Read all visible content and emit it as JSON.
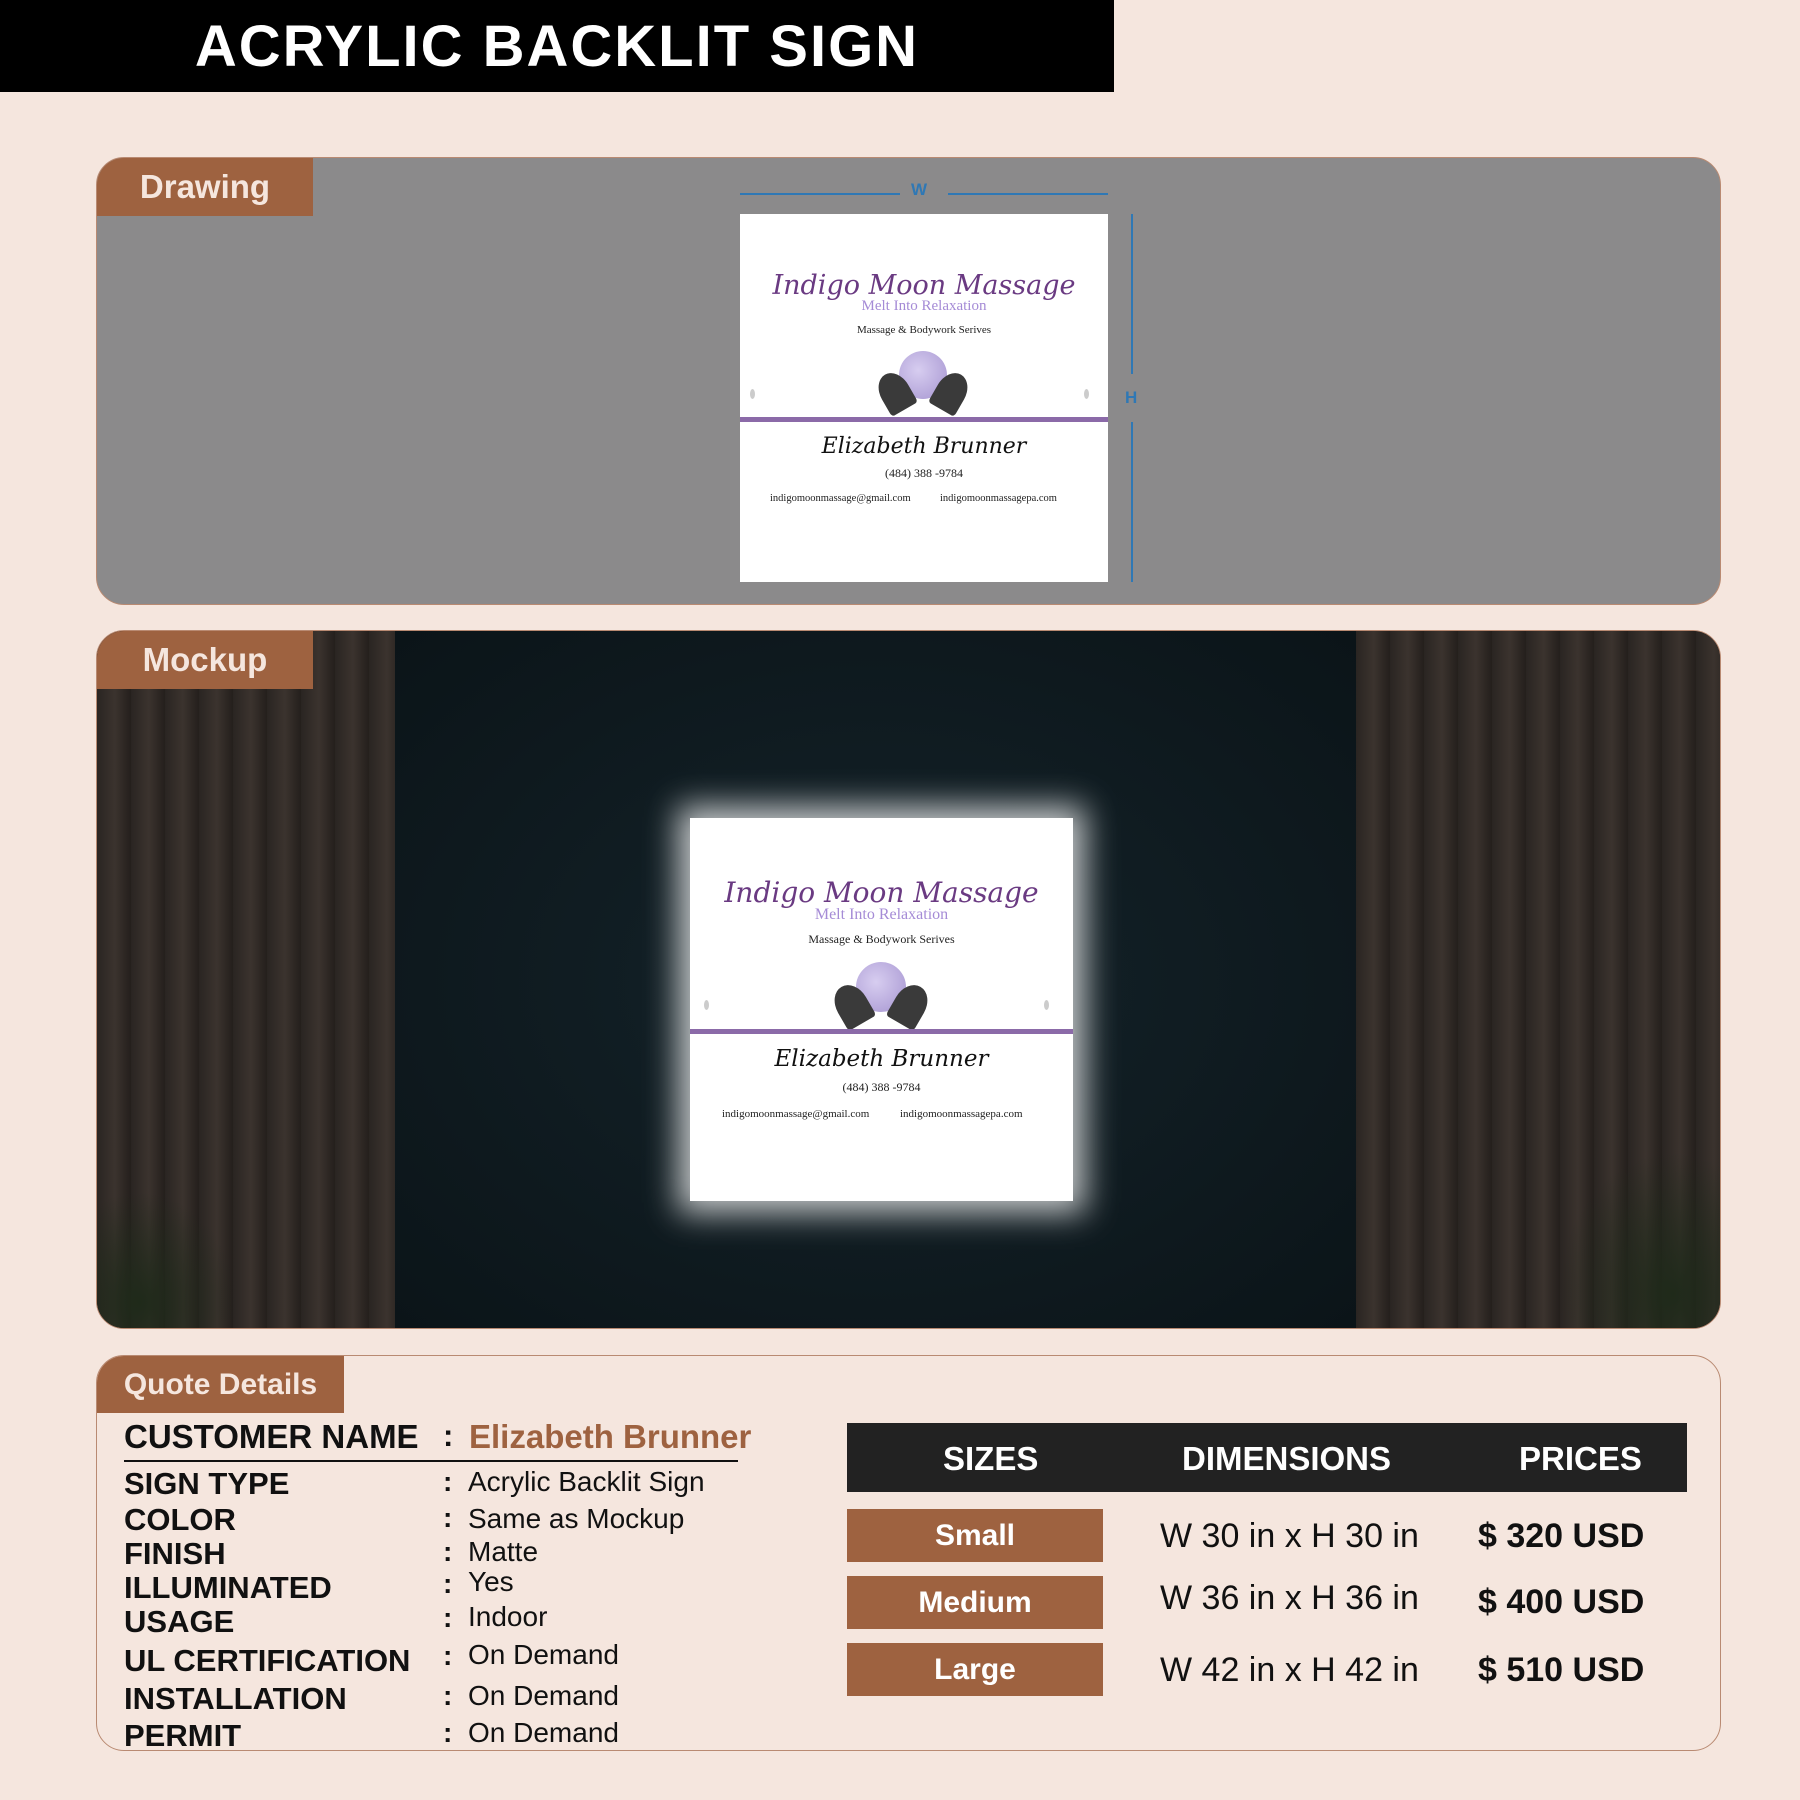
{
  "title": "ACRYLIC BACKLIT SIGN",
  "drawing": {
    "tab": "Drawing",
    "w_label": "W",
    "h_label": "H"
  },
  "mockup": {
    "tab": "Mockup"
  },
  "sign": {
    "brand": "Indigo Moon Massage",
    "tagline": "Melt Into Relaxation",
    "services": "Massage & Bodywork Serives",
    "name": "Elizabeth Brunner",
    "phone": "(484) 388 -9784",
    "email": "indigomoonmassage@gmail.com",
    "website": "indigomoonmassagepa.com",
    "accent": "#8b6aa8"
  },
  "quote": {
    "tab": "Quote Details",
    "customer_label": "CUSTOMER NAME",
    "customer_name": "Elizabeth Brunner",
    "fields": [
      {
        "label": "SIGN TYPE",
        "value": "Acrylic Backlit Sign"
      },
      {
        "label": "COLOR",
        "value": "Same as Mockup"
      },
      {
        "label": "FINISH",
        "value": "Matte"
      },
      {
        "label": "ILLUMINATED",
        "value": "Yes"
      },
      {
        "label": "USAGE",
        "value": "Indoor"
      },
      {
        "label": "UL CERTIFICATION",
        "value": "On Demand"
      },
      {
        "label": "INSTALLATION",
        "value": "On Demand"
      },
      {
        "label": "PERMIT",
        "value": "On Demand"
      }
    ],
    "colon": ":",
    "table": {
      "headers": [
        "SIZES",
        "DIMENSIONS",
        "PRICES"
      ],
      "rows": [
        {
          "size": "Small",
          "dimensions": "W 30 in x H 30 in",
          "price": "$ 320 USD"
        },
        {
          "size": "Medium",
          "dimensions": "W 36 in x H 36 in",
          "price": "$ 400 USD"
        },
        {
          "size": "Large",
          "dimensions": "W 42 in x H 42 in",
          "price": "$ 510 USD"
        }
      ]
    }
  }
}
